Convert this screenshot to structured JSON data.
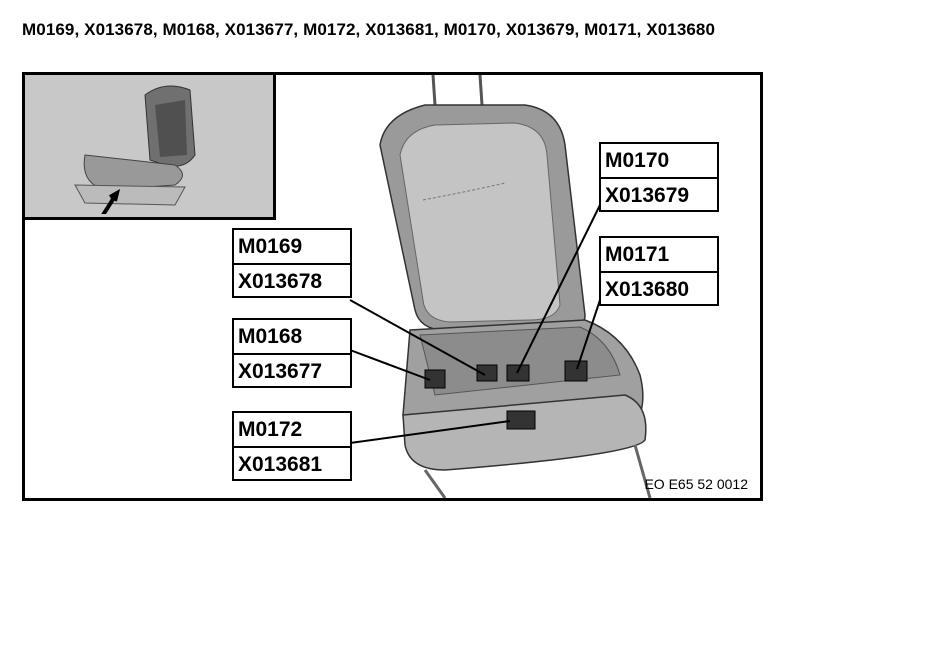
{
  "header": {
    "title": "M0169, X013678, M0168, X013677, M0172, X013681, M0170, X013679, M0171, X013680"
  },
  "figure": {
    "reference": "EO E65 52 0012",
    "callouts": [
      {
        "module": "M0169",
        "connector": "X013678"
      },
      {
        "module": "M0168",
        "connector": "X013677"
      },
      {
        "module": "M0172",
        "connector": "X013681"
      },
      {
        "module": "M0170",
        "connector": "X013679"
      },
      {
        "module": "M0171",
        "connector": "X013680"
      }
    ]
  },
  "colors": {
    "seat_dark": "#8a8a8a",
    "seat_mid": "#a9a9a9",
    "seat_light": "#c9c9c9",
    "inset_bg": "#c8c8c8"
  }
}
